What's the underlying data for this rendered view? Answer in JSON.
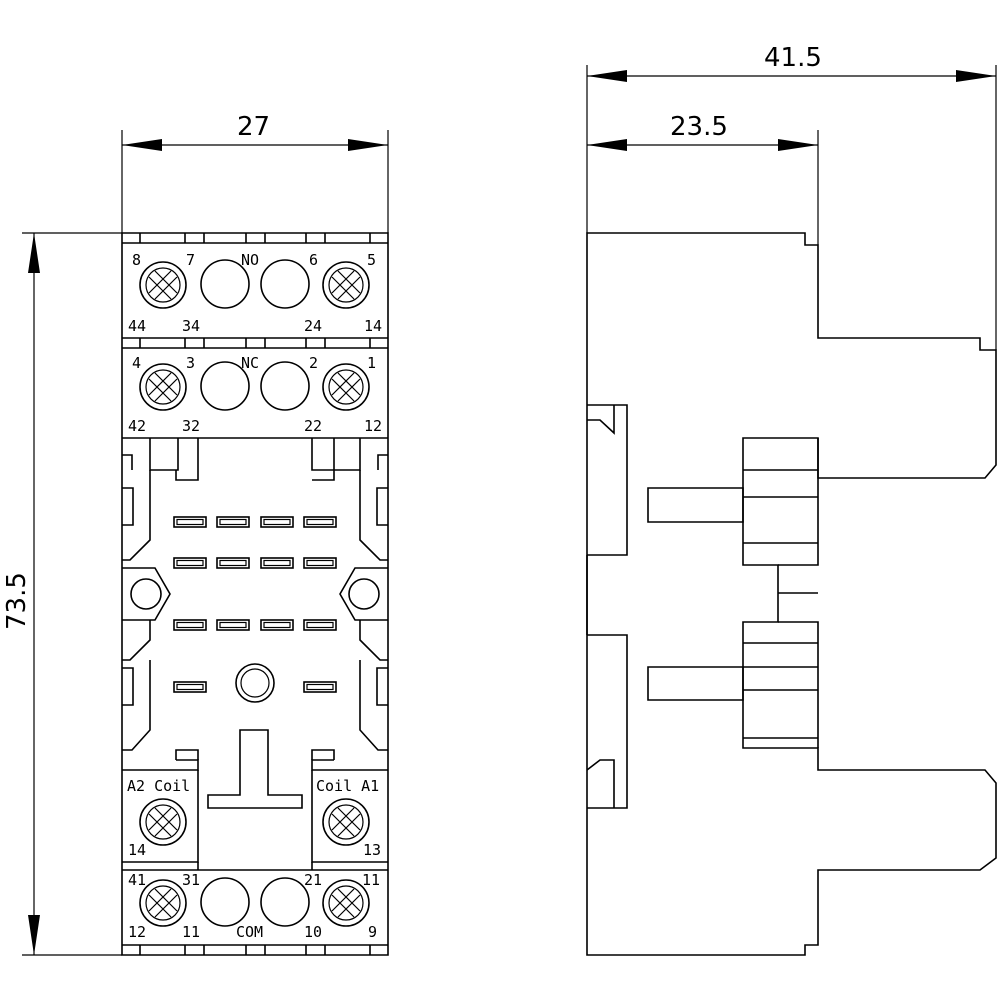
{
  "dimensions": {
    "front_width": "27",
    "front_height": "73.5",
    "side_total": "41.5",
    "side_inner": "23.5"
  },
  "terminals": {
    "row1_top": [
      "8",
      "7",
      "NO",
      "6",
      "5"
    ],
    "row1_bottom": [
      "44",
      "34",
      "24",
      "14"
    ],
    "row2_top": [
      "4",
      "3",
      "NC",
      "2",
      "1"
    ],
    "row2_bottom": [
      "42",
      "32",
      "22",
      "12"
    ],
    "coil_left_top": "A2 Coil",
    "coil_right_top": "Coil A1",
    "coil_left_bottom": "14",
    "coil_right_bottom": "13",
    "row4_top": [
      "41",
      "31",
      "21",
      "11"
    ],
    "row4_bottom": [
      "12",
      "11",
      "COM",
      "10",
      "9"
    ]
  }
}
